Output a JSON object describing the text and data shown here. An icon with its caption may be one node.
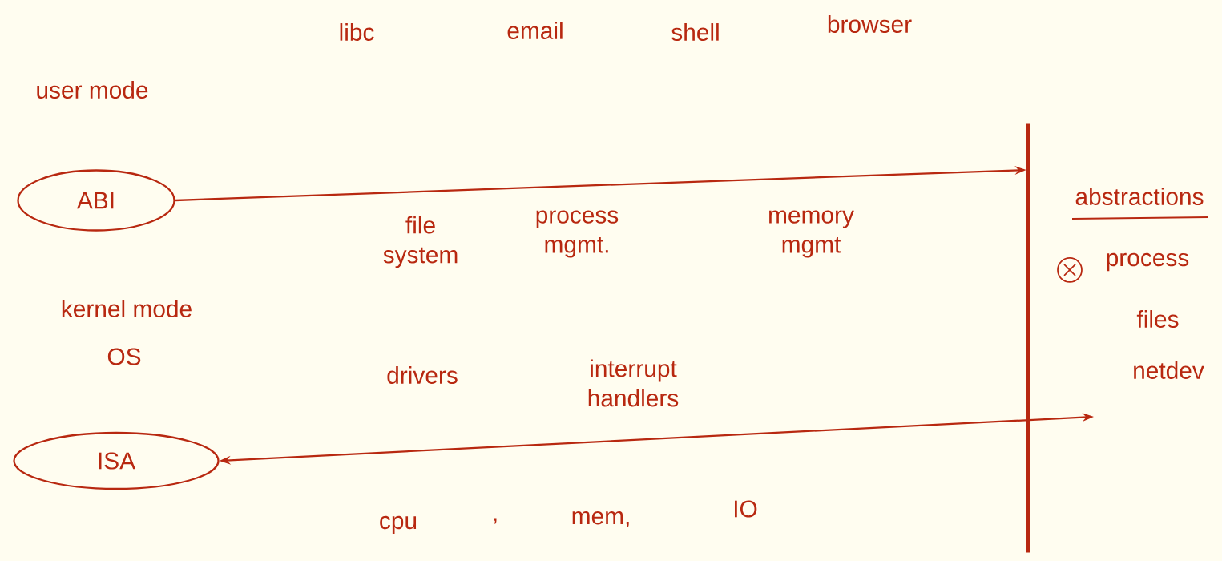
{
  "diagram": {
    "nodes": [
      {
        "text": [
          "ABI"
        ]
      },
      {
        "text": [
          "ISA"
        ]
      },
      {
        "text": [],
        "shape": "bar"
      }
    ],
    "edges": [
      {
        "from": 0,
        "to": 2,
        "arrow": "to"
      },
      {
        "from": 1,
        "to": null,
        "arrow": "both"
      }
    ],
    "labels": [
      "libc",
      "email",
      "shell",
      "browser",
      "user mode",
      "file system",
      "process mgmt.",
      "memory mgmt",
      "kernel mode",
      "OS",
      "drivers",
      "interrupt handlers",
      "cpu",
      ",",
      "mem,",
      "IO",
      "abstractions",
      "process",
      "files",
      "netdev"
    ]
  }
}
